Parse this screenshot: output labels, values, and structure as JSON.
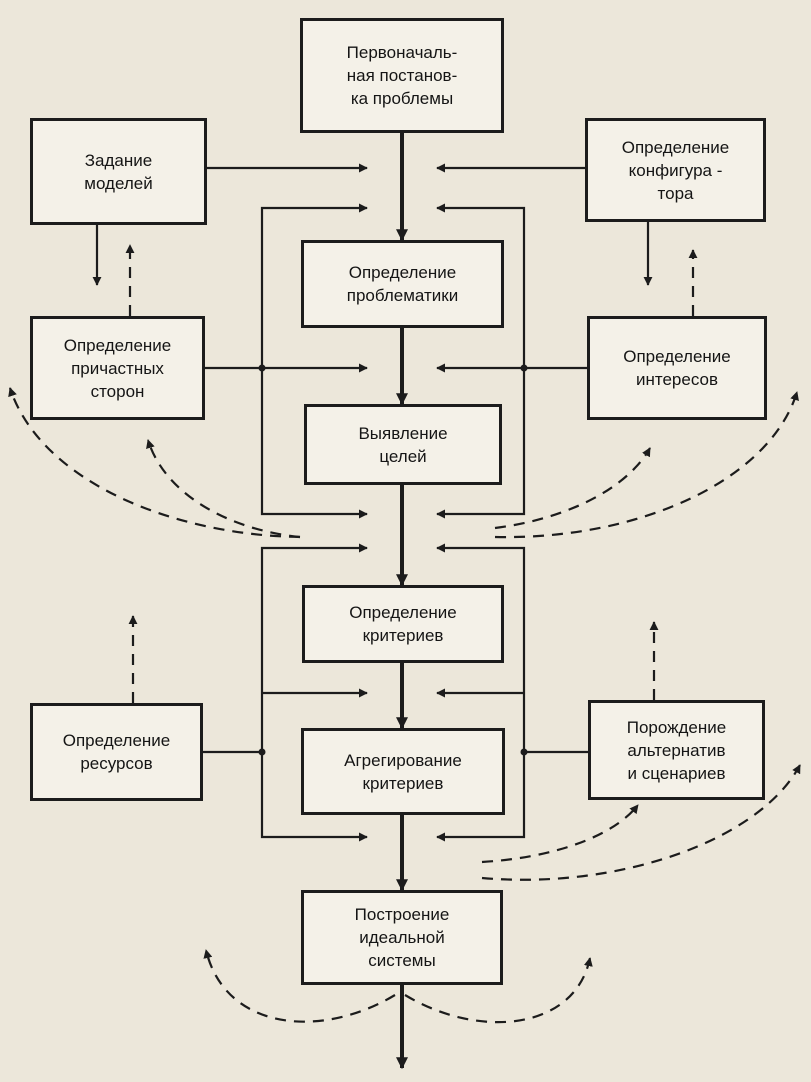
{
  "boxes": {
    "initial": "Первоначаль-\nная постанов-\nка проблемы",
    "models": "Задание\nмоделей",
    "configurator": "Определение\nконфигура -\nтора",
    "problematics": "Определение\nпроблематики",
    "stakeholders": "Определение\nпричастных\nсторон",
    "interests": "Определение\nинтересов",
    "goals": "Выявление\nцелей",
    "criteria": "Определение\nкритериев",
    "resources": "Определение\nресурсов",
    "aggregation": "Агрегирование\nкритериев",
    "alternatives": "Порождение\nальтернатив\nи сценариев",
    "ideal": "Построение\nидеальной\nсистемы"
  },
  "colors": {
    "ink": "#1c1c1c",
    "paper": "#ece7da",
    "box_fill": "#f4f1e8"
  }
}
